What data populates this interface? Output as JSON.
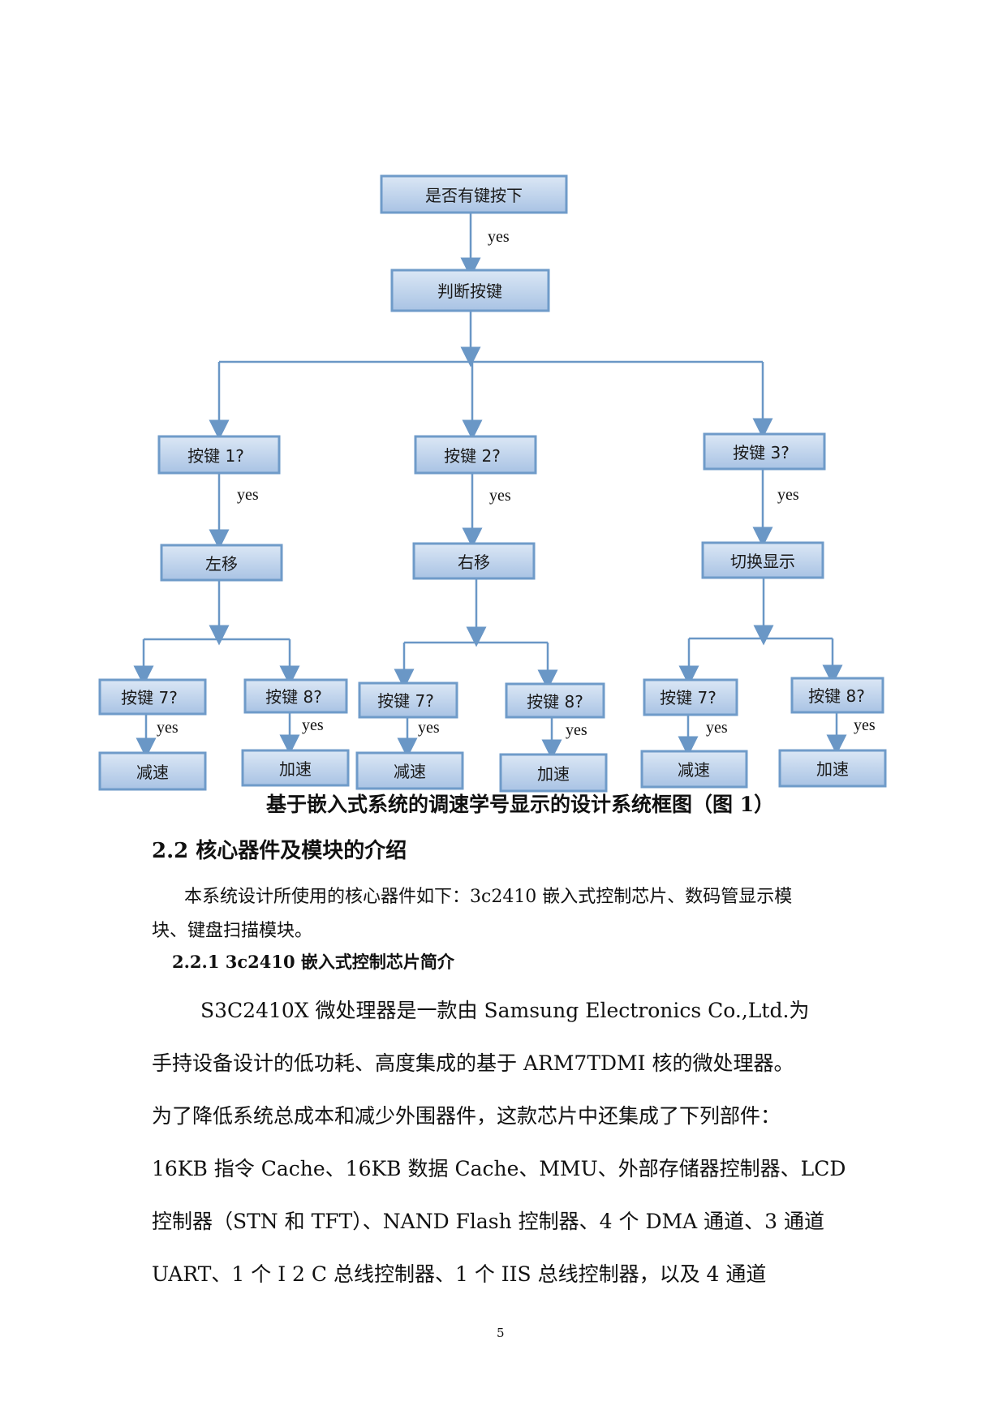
{
  "flowchart": {
    "start": "是否有键按下",
    "judge": "判断按键",
    "yes_label": "yes",
    "branches": [
      {
        "key": "按键 1?",
        "action": "左移",
        "sub": [
          {
            "key": "按键 7?",
            "action": "减速"
          },
          {
            "key": "按键 8?",
            "action": "加速"
          }
        ]
      },
      {
        "key": "按键 2?",
        "action": "右移",
        "sub": [
          {
            "key": "按键 7?",
            "action": "减速"
          },
          {
            "key": "按键 8?",
            "action": "加速"
          }
        ]
      },
      {
        "key": "按键 3?",
        "action": "切换显示",
        "sub": [
          {
            "key": "按键 7?",
            "action": "减速"
          },
          {
            "key": "按键 8?",
            "action": "加速"
          }
        ]
      }
    ],
    "colors": {
      "box_fill_top": "#dbe7f5",
      "box_fill_bottom": "#a9c3e4",
      "border": "#6f9bc9",
      "line": "#6a97c6"
    }
  },
  "caption": "基于嵌入式系统的调速学号显示的设计系统框图（图 1）",
  "section_title": "2.2 核心器件及模块的介绍",
  "intro": {
    "line1": "本系统设计所使用的核心器件如下：3c2410 嵌入式控制芯片、数码管显示模",
    "line2": "块、键盘扫描模块。"
  },
  "subsection_title": "2.2.1 3c2410 嵌入式控制芯片简介",
  "body_lines": [
    "S3C2410X 微处理器是一款由 Samsung Electronics Co.,Ltd.为",
    "手持设备设计的低功耗、高度集成的基于 ARM7TDMI 核的微处理器。",
    "为了降低系统总成本和减少外围器件，这款芯片中还集成了下列部件：",
    "16KB 指令 Cache、16KB 数据 Cache、MMU、外部存储器控制器、LCD",
    "控制器（STN 和 TFT）、NAND Flash 控制器、4 个 DMA 通道、3 通道",
    "UART、1 个 I 2 C 总线控制器、1 个 IIS 总线控制器，以及 4 通道"
  ],
  "page_number": "5"
}
